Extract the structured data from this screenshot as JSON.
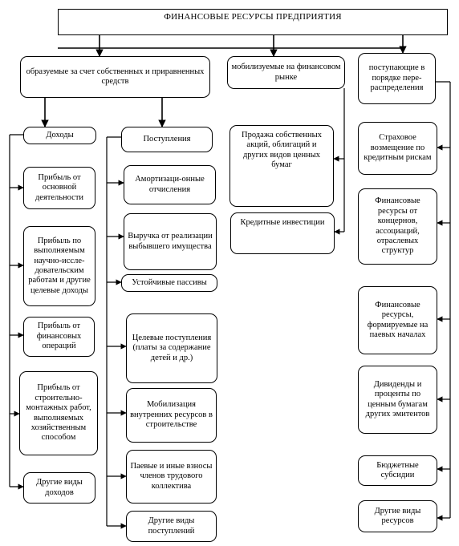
{
  "diagram": {
    "title": "ФИНАНСОВЫЕ РЕСУРСЫ ПРЕДПРИЯТИЯ",
    "groups": {
      "own": "образуемые за счет собственных и приравненных средств",
      "market": "мобилизуемые на финансовом рынке",
      "redistribution": "поступающие в порядке пере-распределения"
    },
    "incomes": {
      "header": "Доходы",
      "items": [
        "Прибыль от основной деятельности",
        "Прибыль по выполняемым научно-иссле-довательским работам и другие целевые доходы",
        "Прибыль от финансовых операций",
        "Прибыль от строительно-монтажных работ, выполняемых хозяйственным способом",
        "Другие виды доходов"
      ]
    },
    "receipts": {
      "header": "Поступления",
      "items": [
        "Амортизаци-онные отчисления",
        "Выручка от реализации выбывшего имущества",
        "Устойчивые пассивы",
        "Целевые поступления (платы за содержание детей и др.)",
        "Мобилизация внутренних ресурсов в строительстве",
        "Паевые и иные взносы членов трудового коллектива",
        "Другие виды поступлений"
      ]
    },
    "market_items": [
      "Продажа собственных акций, облигаций и других видов ценных бумаг",
      "Кредитные инвестиции"
    ],
    "redistribution_items": [
      "Страховое возмещение по кредитным рискам",
      "Финансовые ресурсы от концернов, ассоциаций, отраслевых структур",
      "Финансовые ресурсы, формируемые на паевых началах",
      "Дивиденды и проценты по ценным бумагам других эмитентов",
      "Бюджетные субсидии",
      "Другие виды ресурсов"
    ]
  }
}
